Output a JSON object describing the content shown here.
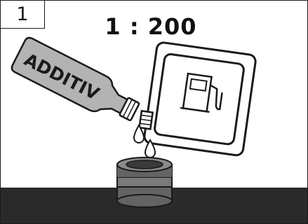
{
  "step": {
    "number": "1"
  },
  "ratio": {
    "text": "1 : 200"
  },
  "bottle": {
    "label": "ADDITIV"
  },
  "icons": [
    "additive-bottle-icon",
    "fuel-canister-icon",
    "fuel-pump-icon",
    "drop-icon",
    "fuel-filler-neck-icon"
  ],
  "colors": {
    "bottle": "#b3b3b3",
    "canister": "#ffffff",
    "neck": "#666666",
    "floor": "#2a2a2a",
    "outline": "#1a1a1a"
  }
}
